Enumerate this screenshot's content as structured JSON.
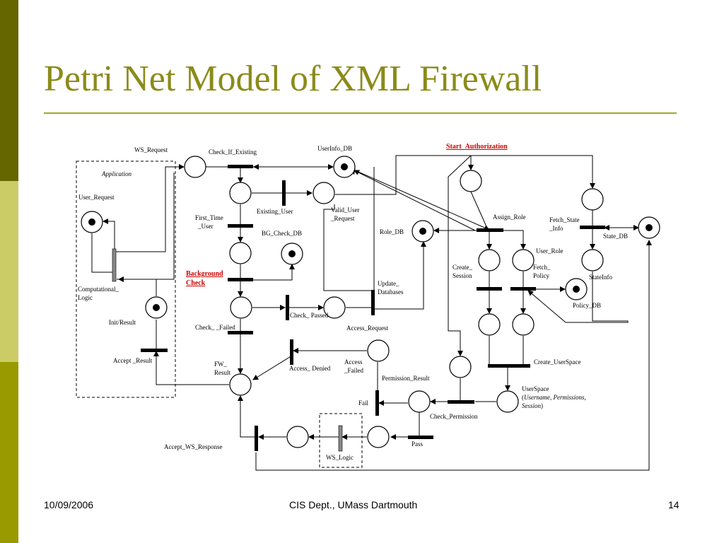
{
  "slide": {
    "title": "Petri Net Model of XML Firewall",
    "footer_date": "10/09/2006",
    "footer_center": "CIS Dept., UMass Dartmouth",
    "footer_page": "14"
  },
  "colors": {
    "title": "#8b8b1a",
    "rule": "#a6a628",
    "sidebar_dark": "#666600",
    "sidebar_light": "#cccc66",
    "sidebar_mid": "#999900",
    "highlight_label": "#cc0000"
  },
  "diagram": {
    "labels": {
      "ws_request": "WS_Request",
      "check_if_existing": "Check_If_Existing",
      "userinfo_db": "UserInfo_DB",
      "start_authorization": "Start_Authorization",
      "application": "Application",
      "user_request": "User_Request",
      "existing_user": "Existing_User",
      "first_time_1": "First_Time",
      "first_time_2": "_User",
      "valid_user_1": "Valid_User",
      "valid_user_2": "_Request",
      "bg_check_db": "BG_Check_DB",
      "role_db": "Role_DB",
      "assign_role": "Assign_Role",
      "fetch_state_1": "Fetch_State",
      "fetch_state_2": "_Info",
      "state_db": "State_DB",
      "user_role": "User_Role",
      "background_1": "Background",
      "background_2": "Check",
      "create_session_1": "Create_",
      "create_session_2": "Session",
      "fetch_policy_1": "Fetch_",
      "fetch_policy_2": "Policy",
      "stateinfo": "StateInfo",
      "computational_1": "Computational_",
      "computational_2": "Logic",
      "update_db_1": "Update_",
      "update_db_2": "Databases",
      "policy_db": "Policy_DB",
      "check_passed": "Check_ Passed",
      "init_result": "Init/Result",
      "check_failed": "Check_ _Failed",
      "access_request": "Access_Request",
      "accept_result": "Accept _Result",
      "fw_result_1": "FW_",
      "fw_result_2": "Result",
      "access_denied": "Access_ Denied",
      "access_failed_1": "Access",
      "access_failed_2": "_Failed",
      "create_userspace": "Create_UserSpace",
      "permission_result": "Permission_Result",
      "userspace_1": "UserSpace",
      "userspace_2a": "(",
      "userspace_2b": "Username",
      "userspace_2c": ", ",
      "userspace_2d": "Permissions",
      "userspace_2e": ",",
      "userspace_3a": "Session",
      "userspace_3b": ")",
      "fail": "Fail",
      "check_permission": "Check_Permission",
      "pass": "Pass",
      "accept_ws_response": "Accept_WS_Response",
      "ws_logic": "WS_Logic"
    }
  }
}
